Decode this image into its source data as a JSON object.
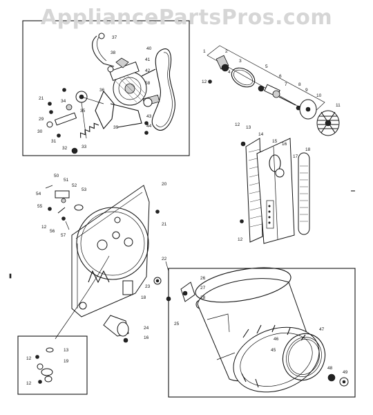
{
  "watermark": "AppliancePartsPros.com",
  "labels": {
    "motor_group": [
      "37",
      "38",
      "40",
      "41",
      "42",
      "58",
      "36",
      "35",
      "34",
      "21",
      "29",
      "30",
      "31",
      "32",
      "33",
      "39",
      "43",
      "44"
    ],
    "blower_group": [
      "1",
      "2",
      "3",
      "4",
      "5",
      "6",
      "7",
      "8",
      "9",
      "10",
      "11",
      "12"
    ],
    "duct_group": [
      "12",
      "13",
      "14",
      "15",
      "16",
      "17",
      "18",
      "12"
    ],
    "panel_group": [
      "20",
      "50",
      "51",
      "52",
      "53",
      "54",
      "55",
      "12",
      "56",
      "57",
      "21",
      "23",
      "18",
      "24",
      "16"
    ],
    "drum_group": [
      "22",
      "26",
      "27",
      "28",
      "25",
      "46",
      "47",
      "45",
      "48",
      "49"
    ],
    "inset_group": [
      "12",
      "13",
      "19",
      "12"
    ]
  }
}
